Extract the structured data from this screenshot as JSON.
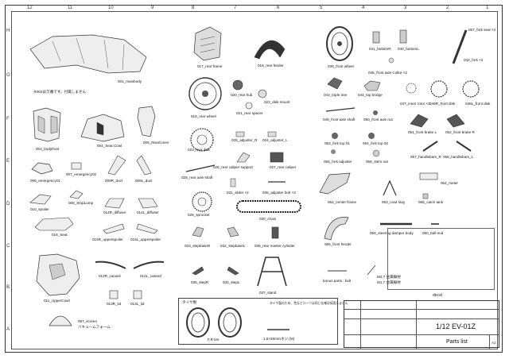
{
  "sheet": {
    "grid_top": [
      "12",
      "11",
      "10",
      "9",
      "8",
      "7",
      "6",
      "5",
      "4",
      "3",
      "2",
      "1"
    ],
    "grid_side": [
      "H",
      "G",
      "F",
      "E",
      "D",
      "C",
      "B",
      "A"
    ]
  },
  "parts": {
    "p001": "001_mainbody",
    "note001": "※002は欠番です。付属しません",
    "p003": "003_bodyfront",
    "p004": "004_Seat Cowl",
    "p005": "005_RearCover",
    "p006": "006_emergency01",
    "p007": "007_emergency02",
    "p009R": "009R_duct",
    "p009L": "009L_duct",
    "p010": "010_spoiler",
    "p008": "008_StopLump",
    "p014R": "014R_diffuser",
    "p014L": "014L_diffuser",
    "p016": "016_Seat",
    "p015R": "015R_upperspoiler",
    "p015L": "015L_upperspoiler",
    "p012R": "012R_canard",
    "p012L": "012L_canard",
    "p011": "011_UpperCowl",
    "p013R": "013R_lid",
    "p013L": "013L_lid",
    "p067a": "067_screen",
    "p067b": "バキュームフォーム",
    "p017": "017_rear frame",
    "p018": "018_rear fender",
    "p019": "019_rear wheel",
    "p020": "020_rear hub",
    "p021": "021_rear spacer",
    "p022": "022_disk mount",
    "p023": "023_rear disk",
    "p025": "025_adjuster_R",
    "p024": "024_adjuster_L",
    "p028": "028_rear axle shaft",
    "p026": "026_rear caliper support",
    "p027": "027_rear caliper",
    "p031": "031_slider ×2",
    "p038": "038_adjuster bolt ×2",
    "p029": "029_sprocket",
    "p030": "030_chain",
    "p033": "033_stepbaseR",
    "p032": "032_stepbaseL",
    "p036": "036_rear master cylinder",
    "p035": "035_stepR",
    "p034": "034_stepL",
    "p037": "037_stand",
    "p039": "039_front wheel",
    "p041": "041_bottomR",
    "p040": "040_bottomL",
    "p067f": "067_fork seal ×2",
    "p042": "042_fork ×2",
    "p045": "045_front axle Collar ×2",
    "p043": "043_triple tree",
    "p044": "044_top bridge",
    "p047": "047_inner rotor ×2",
    "p048R": "048R_front disk",
    "p048L": "048L_front disk",
    "p049": "049_front axle shaft",
    "p050": "050_front axle nut",
    "p051": "051_front brake L",
    "p052": "052_front brake R",
    "p053": "053_fork top 01",
    "p054": "054_fork top 02",
    "p055": "055_fork adjuster",
    "p058": "058_stem nut",
    "p057": "057_handlebars_R",
    "p056": "056_handlebars_L",
    "p062": "062_center frame",
    "p064": "064_meter",
    "p063": "063_cowl stay",
    "p065": "065_catch tank",
    "p059": "059_steering damper body",
    "p060": "060_ball end",
    "p066": "066_front fender",
    "bonus": "bonus parts : bolt",
    "m27a": "M2.7 金属線材",
    "m27b": "M1.7 金属線材",
    "decal": "decal"
  },
  "tire_box": {
    "title": "タイヤ製",
    "note": "タイヤ製のため、色などパーツは同じ仕様は採用しません",
    "tire_label": "F,R tire",
    "bolt_label": "1.6×20mmネジ (M)"
  },
  "title_block": {
    "model": "1/12 EV-01Z",
    "sheet_title": "Parts list",
    "sheet_size": "A2"
  }
}
